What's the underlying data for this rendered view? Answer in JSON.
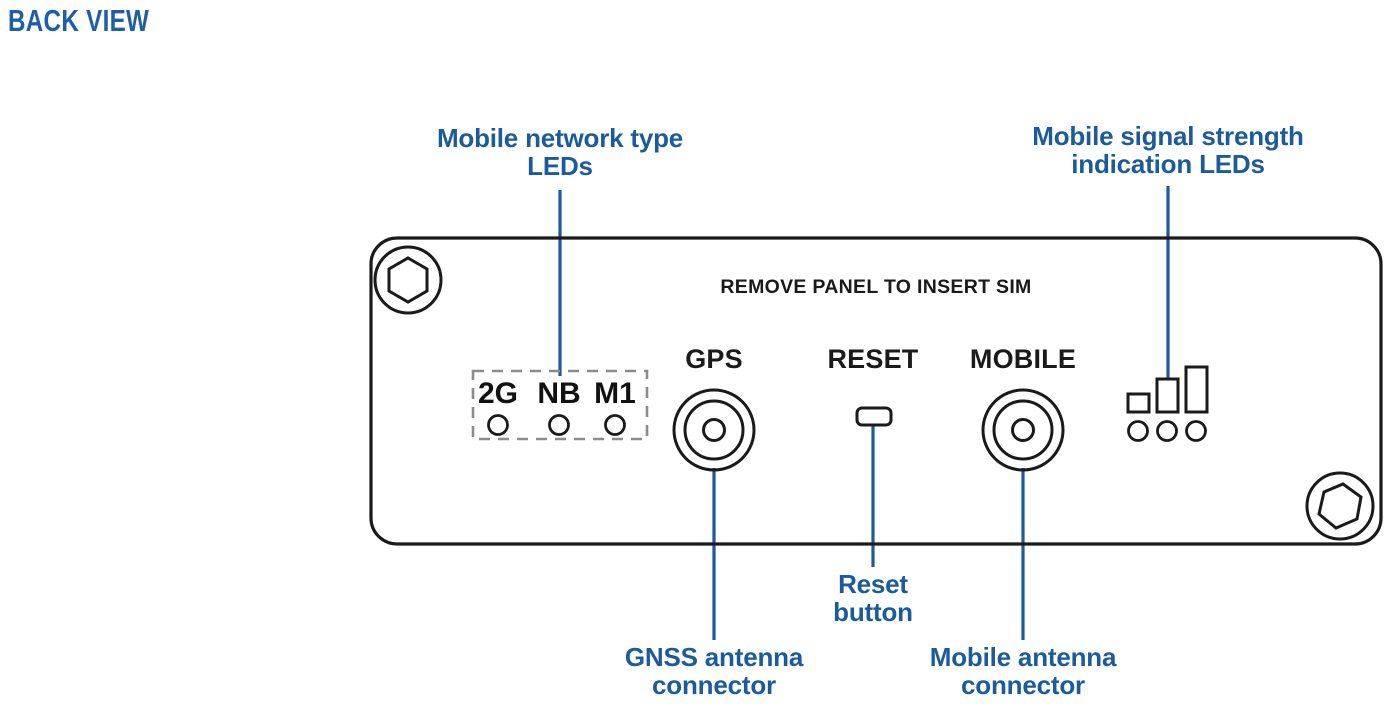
{
  "page": {
    "title": "BACK VIEW",
    "title_color": "#1e5ea8",
    "background": "#ffffff",
    "accent_color": "#1b5b9b",
    "outline_color": "#1a1a1a"
  },
  "device_panel": {
    "name": "router-back-panel",
    "sim_instruction": "REMOVE PANEL TO INSERT SIM",
    "screws": [
      {
        "name": "screw-top-left",
        "position": "top-left"
      },
      {
        "name": "screw-bottom-right",
        "position": "bottom-right"
      }
    ],
    "network_leds": {
      "group_label": "network-type-led-group",
      "dashed_border": true,
      "items": [
        {
          "label": "2G"
        },
        {
          "label": "NB"
        },
        {
          "label": "M1"
        }
      ]
    },
    "ports": [
      {
        "name": "gps-connector",
        "label": "GPS",
        "type": "coax-connector"
      },
      {
        "name": "reset-button",
        "label": "RESET",
        "type": "recessed-button"
      },
      {
        "name": "mobile-connector",
        "label": "MOBILE",
        "type": "coax-connector"
      }
    ],
    "signal_leds": {
      "name": "signal-strength-led-group",
      "bar_count": 3,
      "led_count": 3
    }
  },
  "callouts": [
    {
      "id": "mobile-network-type-leds",
      "line1": "Mobile network type",
      "line2": "LEDs",
      "text": "Mobile network type\nLEDs",
      "font_size": 26,
      "position": "top-left"
    },
    {
      "id": "mobile-signal-strength-leds",
      "line1": "Mobile signal strength",
      "line2": "indication LEDs",
      "text": "Mobile signal strength\nindication LEDs",
      "font_size": 26,
      "position": "top-right"
    },
    {
      "id": "gnss-antenna-connector",
      "line1": "GNSS  antenna",
      "line2": "connector",
      "text": "GNSS  antenna\nconnector",
      "font_size": 26,
      "position": "bottom-left"
    },
    {
      "id": "reset-button-callout",
      "line1": "Reset",
      "line2": "button",
      "text": "Reset\nbutton",
      "font_size": 26,
      "position": "bottom-center"
    },
    {
      "id": "mobile-antenna-connector",
      "line1": "Mobile antenna",
      "line2": "connector",
      "text": "Mobile antenna\nconnector",
      "font_size": 26,
      "position": "bottom-right"
    }
  ]
}
